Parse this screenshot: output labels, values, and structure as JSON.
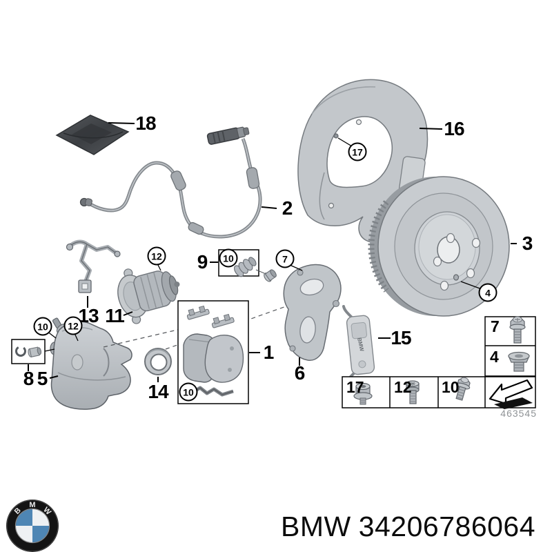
{
  "page": {
    "background": "#ffffff"
  },
  "footer": {
    "brand": "BMW",
    "part_number": "34206786064",
    "logo_letters": [
      "B",
      "M",
      "W"
    ],
    "logo_colors": {
      "ring": "#141414",
      "blue": "#4e86b4",
      "white": "#eef1f3"
    }
  },
  "diagram": {
    "callouts": [
      {
        "id": "18",
        "style": "plain"
      },
      {
        "id": "2",
        "style": "plain"
      },
      {
        "id": "16",
        "style": "plain"
      },
      {
        "id": "17",
        "style": "circled"
      },
      {
        "id": "3",
        "style": "plain"
      },
      {
        "id": "4",
        "style": "circled"
      },
      {
        "id": "9",
        "style": "plain"
      },
      {
        "id": "10",
        "style": "circled"
      },
      {
        "id": "7",
        "style": "circled"
      },
      {
        "id": "12",
        "style": "circled"
      },
      {
        "id": "13",
        "style": "plain"
      },
      {
        "id": "11",
        "style": "plain"
      },
      {
        "id": "10",
        "style": "circled"
      },
      {
        "id": "12",
        "style": "circled"
      },
      {
        "id": "8",
        "style": "plain"
      },
      {
        "id": "5",
        "style": "plain"
      },
      {
        "id": "14",
        "style": "plain"
      },
      {
        "id": "1",
        "style": "plain"
      },
      {
        "id": "10",
        "style": "circled"
      },
      {
        "id": "6",
        "style": "plain"
      },
      {
        "id": "15",
        "style": "plain"
      }
    ],
    "legend": {
      "right_column": [
        {
          "id": "7",
          "icon": "hex-flange-bolt-icon"
        },
        {
          "id": "4",
          "icon": "countersunk-screw-plug-icon"
        }
      ],
      "bottom_row": [
        {
          "id": "17",
          "icon": "hex-flange-nut-icon"
        },
        {
          "id": "12",
          "icon": "cheese-head-screw-icon"
        },
        {
          "id": "10",
          "icon": "hex-flange-screw-icon"
        }
      ],
      "arrow_cell": {
        "icon": "mounting-direction-arrow-icon"
      },
      "diagram_number": "463545"
    },
    "markings": {
      "anti_rattle_clip": "BMW"
    }
  }
}
